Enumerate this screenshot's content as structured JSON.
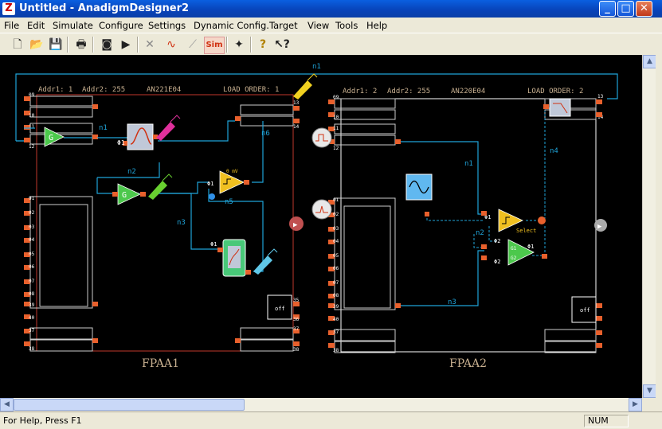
{
  "window": {
    "title": "Untitled - AnadigmDesigner2"
  },
  "menu": [
    "File",
    "Edit",
    "Simulate",
    "Configure",
    "Settings",
    "Dynamic Config.",
    "Target",
    "View",
    "Tools",
    "Help"
  ],
  "toolbar": {
    "sim_label": "Sim"
  },
  "net_labels": {
    "n1": "n1",
    "n2": "n2",
    "n3": "n3",
    "n4": "n4",
    "n5": "n5",
    "n6": "n6"
  },
  "fpaa1": {
    "addr1": "Addr1: 1",
    "addr2": "Addr2: 255",
    "part": "AN221E04",
    "load_order": "LOAD ORDER: 1",
    "name": "FPAA1",
    "gain_label": "G",
    "mv_label": "0 mV",
    "off_label": "off",
    "phi": "Φ1",
    "pins": [
      "09",
      "10",
      "11",
      "12",
      "01",
      "02",
      "03",
      "04",
      "05",
      "06",
      "07",
      "08",
      "39",
      "40",
      "37",
      "38",
      "13",
      "14",
      "35",
      "36",
      "37",
      "38"
    ]
  },
  "fpaa2": {
    "addr1": "Addr1: 2",
    "addr2": "Addr2: 255",
    "part": "AN220E04",
    "load_order": "LOAD ORDER: 2",
    "name": "FPAA2",
    "select_label": "Select",
    "off_label": "off",
    "g1": "G1",
    "g2": "G2",
    "phi1": "Φ1",
    "phi2": "Φ2",
    "pins": [
      "09",
      "10",
      "11",
      "12",
      "01",
      "02",
      "03",
      "04",
      "05",
      "06",
      "07",
      "08",
      "39",
      "40",
      "37",
      "38",
      "13",
      "14"
    ]
  },
  "status": {
    "help": "For Help, Press F1",
    "num": "NUM"
  },
  "colors": {
    "wire": "#1FA3D8",
    "chip_border": "#C0392B",
    "terminal": "#E8602C",
    "canvas": "#000000"
  }
}
